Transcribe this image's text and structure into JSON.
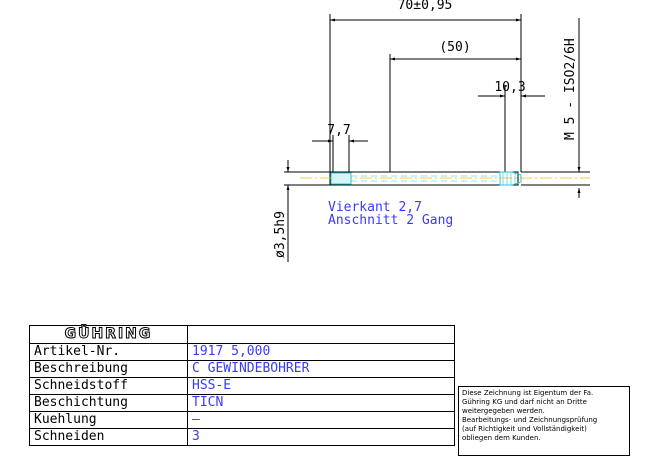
{
  "drawing": {
    "dim_overall": "70±0,95",
    "dim_shank": "(50)",
    "dim_thread_len": "10,3",
    "dim_square": "7,7",
    "thread_spec": "M 5 - ISO2/6H",
    "shank_dia": "ø3,5h9",
    "note_line1": "Vierkant 2,7",
    "note_line2": "Anschnitt 2 Gang"
  },
  "titleblock": {
    "logo": "GÜHRING",
    "rows": [
      {
        "label": "Artikel-Nr.",
        "value": "1917 5,000"
      },
      {
        "label": "Beschreibung",
        "value": "C GEWINDEBOHRER"
      },
      {
        "label": "Schneidstoff",
        "value": "HSS-E"
      },
      {
        "label": "Beschichtung",
        "value": "TICN"
      },
      {
        "label": "Kuehlung",
        "value": "—"
      },
      {
        "label": "Schneiden",
        "value": "3"
      }
    ],
    "notice_lines": [
      "Diese Zeichnung ist Eigentum der Fa.",
      "Gühring KG und darf nicht an Dritte",
      "weitergegeben werden.",
      "Bearbeitungs- und Zeichnungsprüfung",
      "(auf Richtigkeit und Vollständigkeit)",
      "obliegen dem Kunden."
    ]
  }
}
